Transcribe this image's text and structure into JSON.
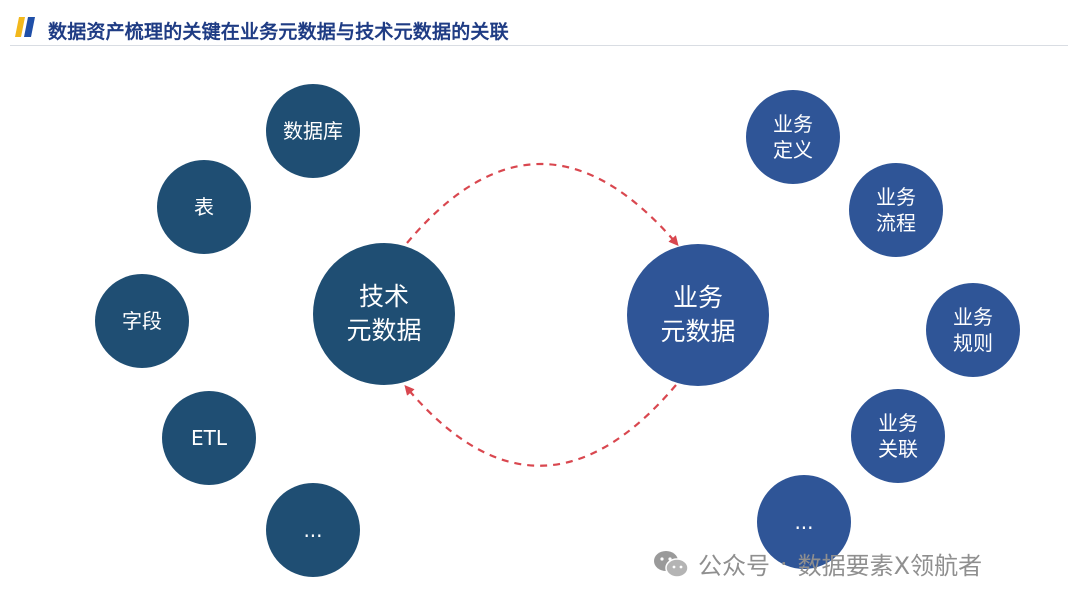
{
  "header": {
    "title": "数据资产梳理的关键在业务元数据与技术元数据的关联"
  },
  "colors": {
    "title": "#1f3c84",
    "tech_circle": "#1f4e73",
    "biz_circle": "#2f5597",
    "arrow": "#d9474f",
    "logo_blue": "#1f4fa8",
    "logo_yellow": "#f2b81c"
  },
  "diagram": {
    "tech_center": {
      "line1": "技术",
      "line2": "元数据"
    },
    "biz_center": {
      "line1": "业务",
      "line2": "元数据"
    },
    "tech_items": [
      "数据库",
      "表",
      "字段",
      "ETL",
      "..."
    ],
    "biz_items": [
      {
        "line1": "业务",
        "line2": "定义"
      },
      {
        "line1": "业务",
        "line2": "流程"
      },
      {
        "line1": "业务",
        "line2": "规则"
      },
      {
        "line1": "业务",
        "line2": "关联"
      },
      {
        "line1": "...",
        "line2": ""
      }
    ]
  },
  "watermark": {
    "icon": "wechat-icon",
    "label": "公众号",
    "separator": "·",
    "name": "数据要素X领航者"
  }
}
